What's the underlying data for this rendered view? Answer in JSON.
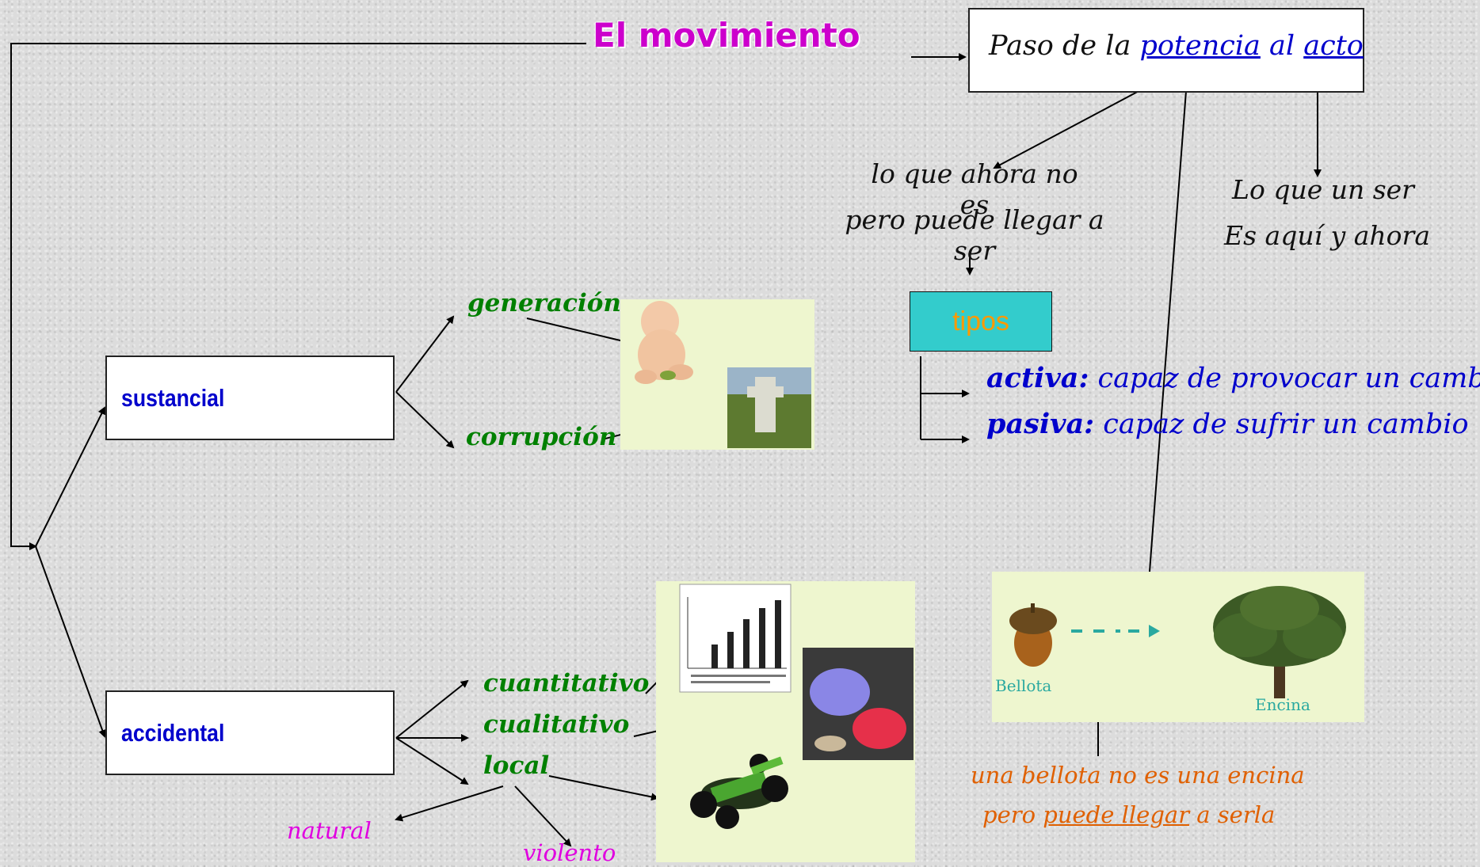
{
  "title": "El movimiento",
  "definition": {
    "prefix": "Paso de la ",
    "potencia": "potencia",
    "mid": " al ",
    "acto": "acto"
  },
  "potencia_desc": {
    "line1": "lo que ahora no es",
    "line2": "pero puede llegar a ser"
  },
  "acto_desc": {
    "line1": "Lo que un ser",
    "line2": "Es aquí y ahora"
  },
  "tipos": {
    "label": "tipos",
    "activa": {
      "name": "activa:",
      "text": " capaz de provocar un cambio"
    },
    "pasiva": {
      "name": "pasiva:",
      "text": " capaz de sufrir un cambio"
    }
  },
  "sustancial": {
    "label": "sustancial",
    "generacion": "generación",
    "corrupcion": "corrupción"
  },
  "accidental": {
    "label": "accidental",
    "cuantitativo": "cuantitativo",
    "cualitativo": "cualitativo",
    "local": "local",
    "natural": "natural",
    "violento": "violento"
  },
  "acorn_image": {
    "bellota": "Bellota",
    "encina": "Encina"
  },
  "example": {
    "line1": "una bellota no es una encina",
    "line2_pre": "pero ",
    "line2_u": "puede llegar",
    "line2_post": " a serla"
  },
  "colors": {
    "title": "#cc00cc",
    "blue": "#0000cc",
    "green": "#008000",
    "magenta": "#e000e0",
    "orange": "#e06000",
    "tipos_bg": "#33cccc",
    "tipos_text": "#ff9900"
  }
}
